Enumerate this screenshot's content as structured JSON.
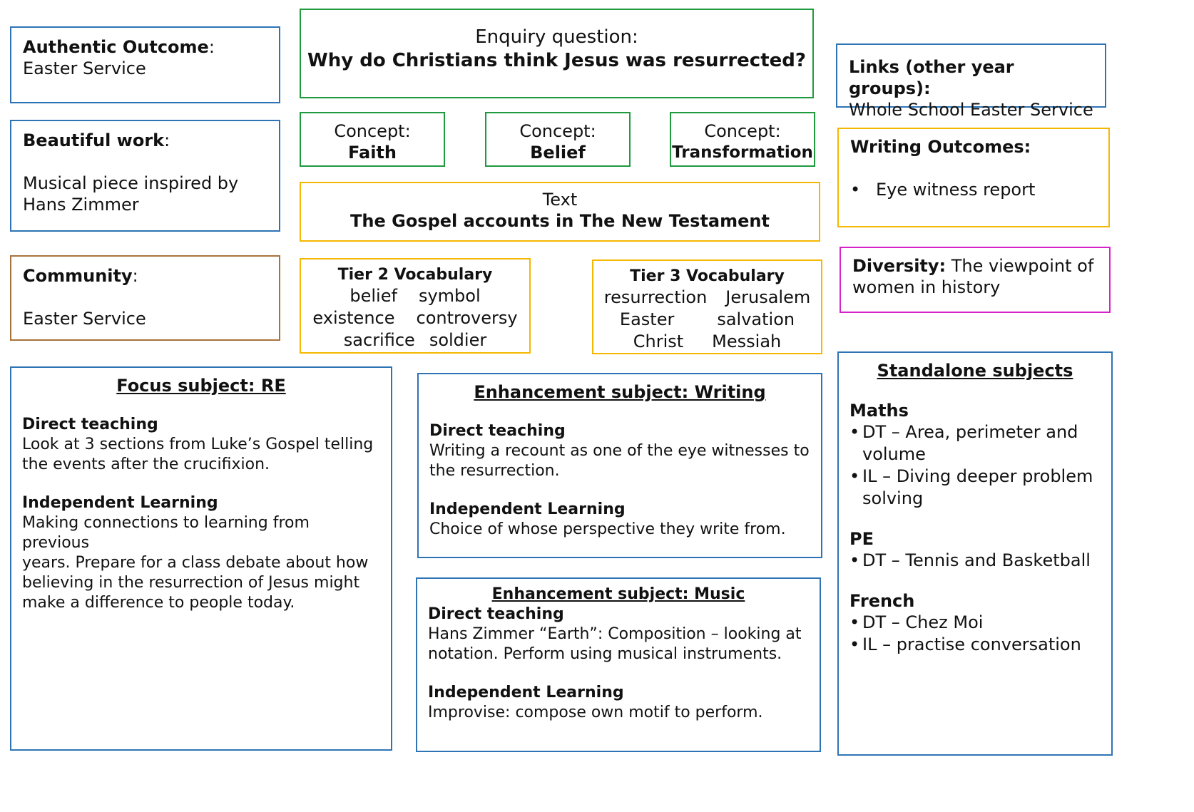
{
  "authentic": {
    "label": "Authentic Outcome",
    "value": "Easter Service"
  },
  "beautiful": {
    "label": "Beautiful work",
    "value_line1": "Musical piece inspired by",
    "value_line2": "Hans Zimmer"
  },
  "community": {
    "label": "Community",
    "value": "Easter Service"
  },
  "enquiry": {
    "label": "Enquiry question:",
    "question": "Why do Christians think Jesus was resurrected?"
  },
  "concepts": [
    {
      "label": "Concept:",
      "value": "Faith"
    },
    {
      "label": "Concept:",
      "value": "Belief"
    },
    {
      "label": "Concept:",
      "value": "Transformation"
    }
  ],
  "text_box": {
    "label": "Text",
    "value": "The Gospel accounts in The New Testament"
  },
  "tier2": {
    "title": "Tier 2 Vocabulary",
    "rows": [
      [
        "belief",
        "symbol"
      ],
      [
        "existence",
        "controversy"
      ],
      [
        "sacrifice",
        "soldier"
      ]
    ]
  },
  "tier3": {
    "title": "Tier 3 Vocabulary",
    "rows": [
      [
        "resurrection",
        "Jerusalem"
      ],
      [
        "Easter",
        "salvation"
      ],
      [
        "Christ",
        "Messiah"
      ]
    ]
  },
  "links": {
    "label": "Links (other year groups):",
    "value": "Whole School Easter Service"
  },
  "writing_outcomes": {
    "label": "Writing Outcomes:",
    "bullet": "•",
    "item": "Eye witness report"
  },
  "diversity": {
    "label": "Diversity:",
    "value_line1": " The viewpoint of",
    "value_line2": "women in history"
  },
  "focus": {
    "title": "Focus subject: RE",
    "direct_label": "Direct teaching",
    "direct_l1": "Look at 3 sections from Luke’s Gospel telling",
    "direct_l2": "the events after the crucifixion.",
    "indep_label": "Independent Learning",
    "indep_l1": "Making connections to learning from previous",
    "indep_l2": "years.  Prepare for a class debate about how",
    "indep_l3": "believing in the resurrection of Jesus might",
    "indep_l4": "make a difference to people today."
  },
  "enh_writing": {
    "title": "Enhancement subject: Writing",
    "direct_label": "Direct teaching",
    "direct_l1": "Writing a recount as one of the eye witnesses to",
    "direct_l2": "the resurrection.",
    "indep_label": "Independent Learning",
    "indep_l1": "Choice of whose perspective they write from."
  },
  "enh_music": {
    "title": "Enhancement subject: Music",
    "direct_label": "Direct teaching",
    "direct_l1": "Hans Zimmer “Earth”:  Composition – looking at",
    "direct_l2": "notation.   Perform using musical instruments.",
    "indep_label": "Independent Learning",
    "indep_l1": "Improvise:  compose own motif to perform."
  },
  "standalone": {
    "title": "Standalone  subjects",
    "maths_label": "Maths",
    "maths_i1": "DT – Area, perimeter and volume",
    "maths_i2": "IL – Diving deeper problem solving",
    "pe_label": "PE",
    "pe_i1": "DT – Tennis and Basketball",
    "french_label": "French",
    "french_i1": "DT – Chez Moi",
    "french_i2": "IL – practise conversation",
    "bullet": "•"
  }
}
